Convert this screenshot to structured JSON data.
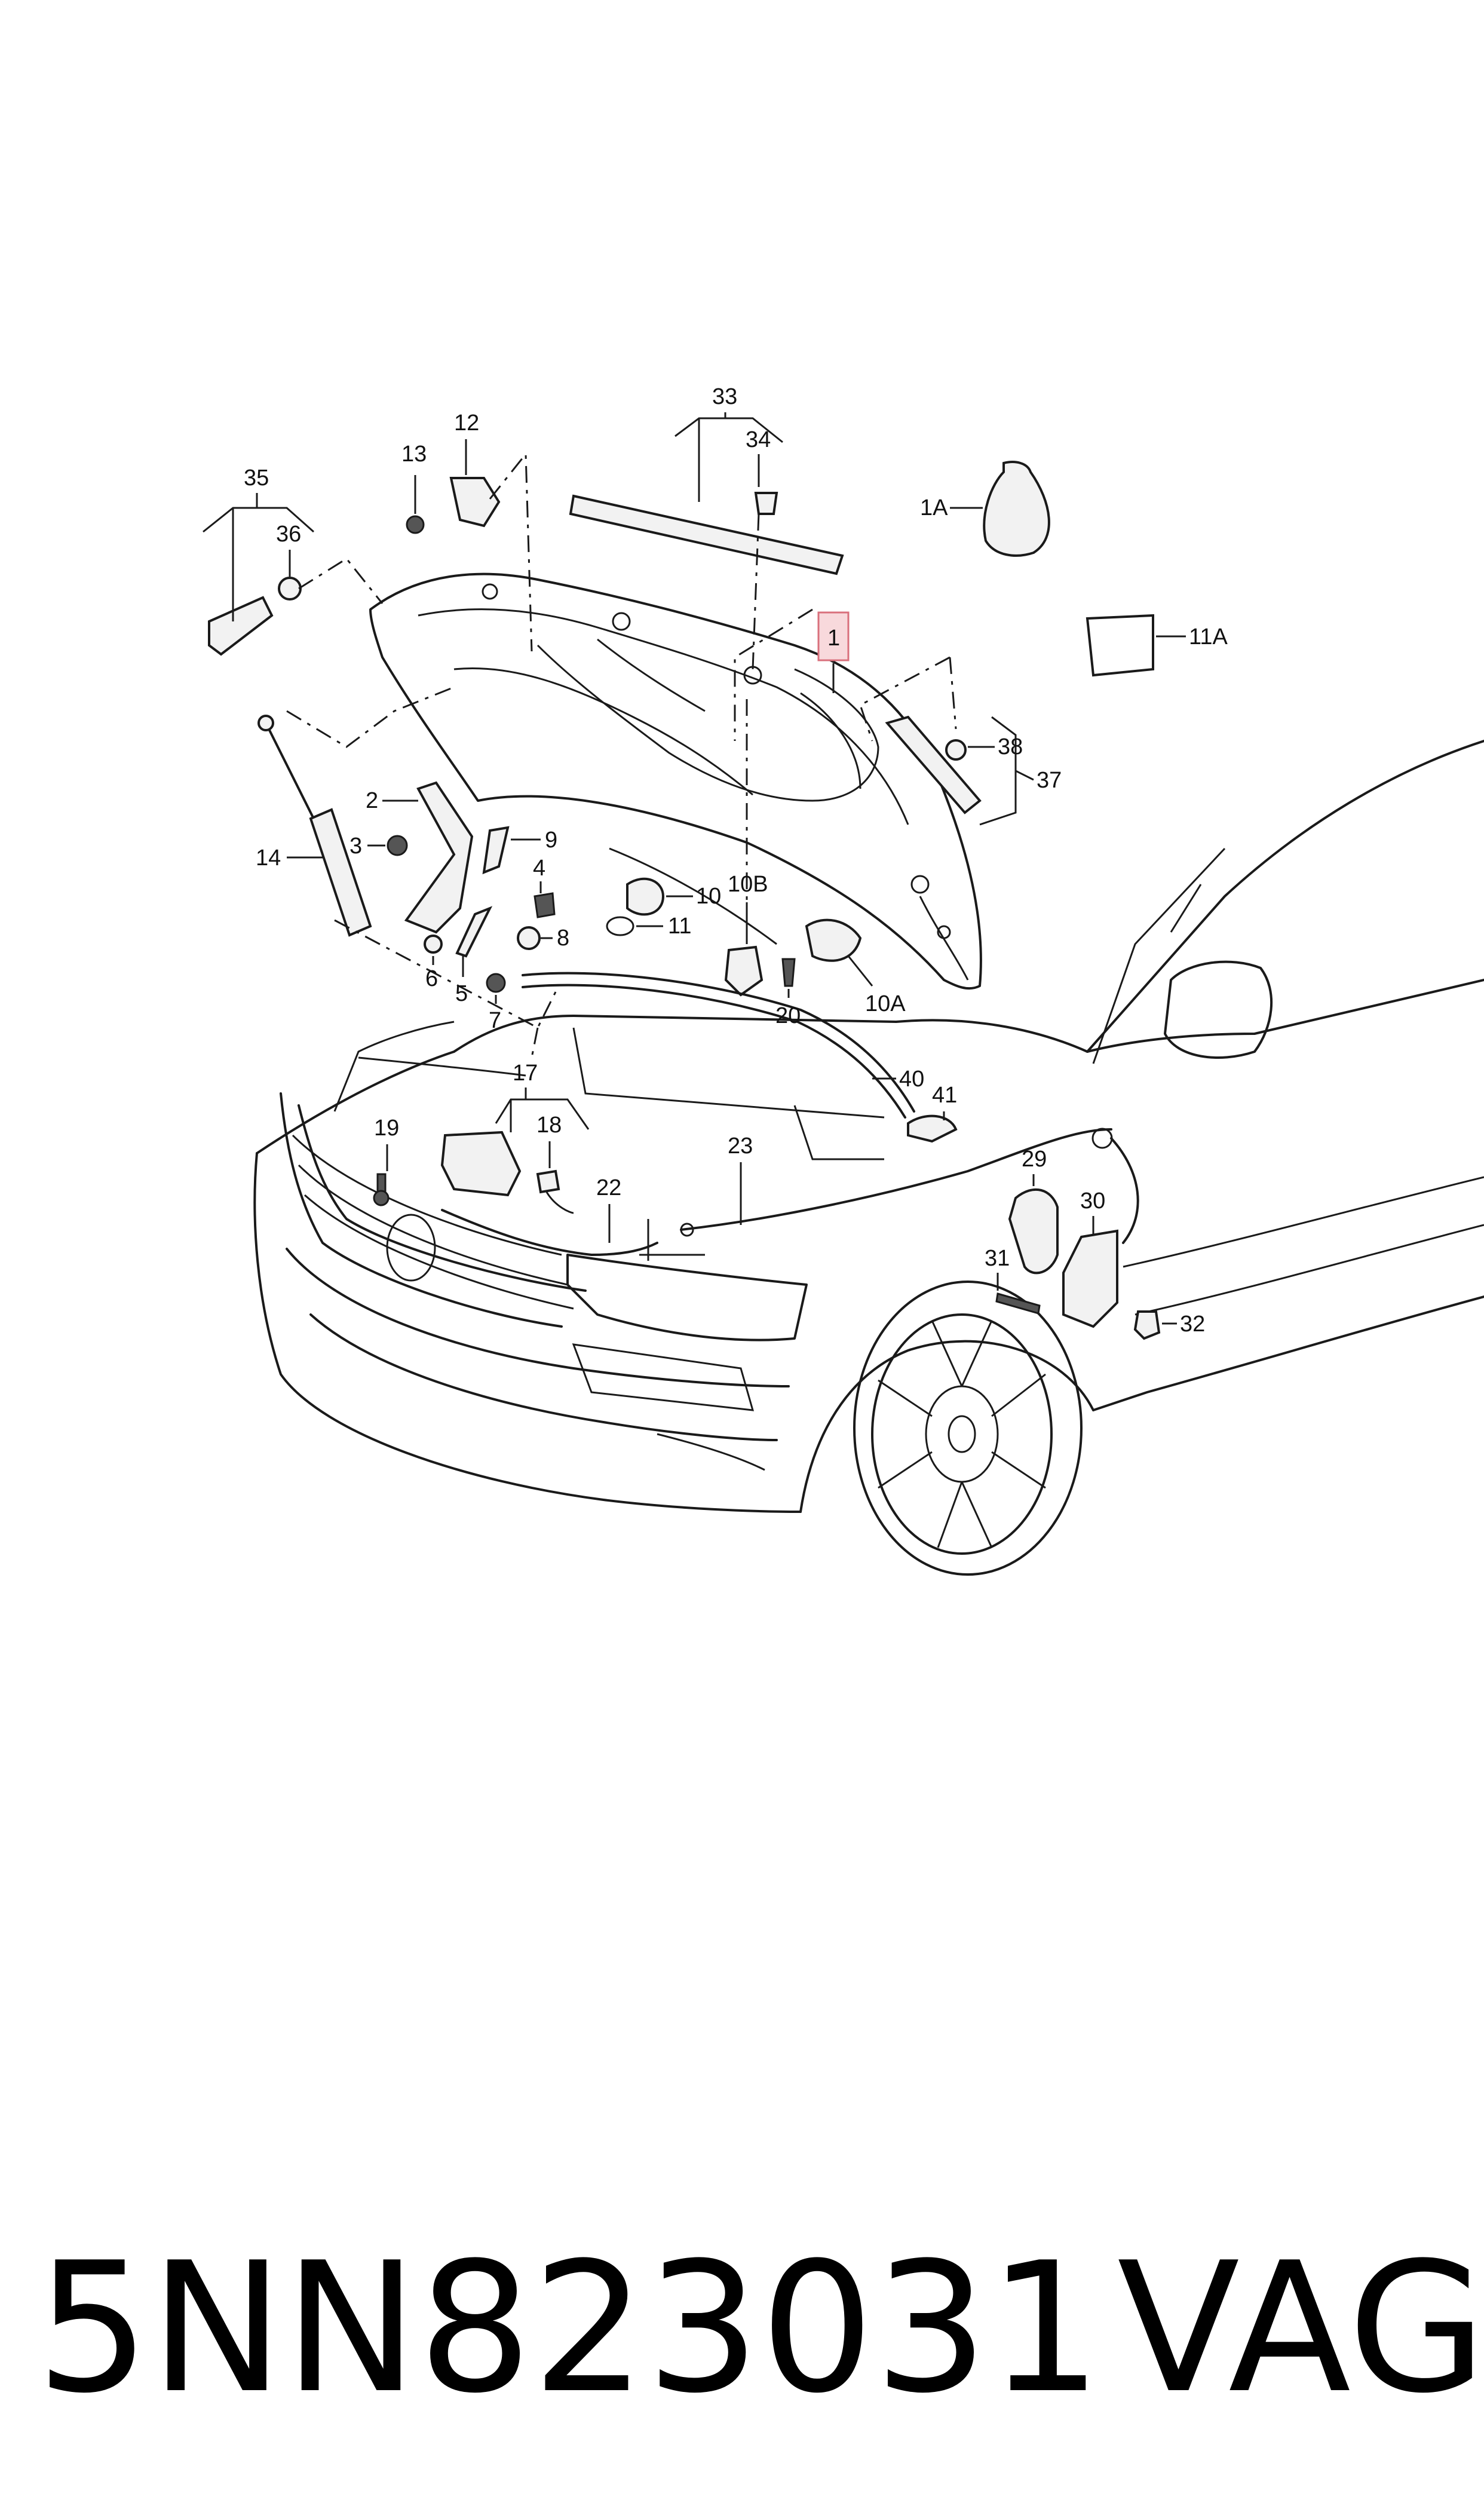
{
  "diagram": {
    "highlighted_label": "1",
    "labels": {
      "l1": "1",
      "l1A": "1A",
      "l2": "2",
      "l3": "3",
      "l4": "4",
      "l5": "5",
      "l6": "6",
      "l7": "7",
      "l8": "8",
      "l9": "9",
      "l10": "10",
      "l10A": "10A",
      "l10B": "10B",
      "l11": "11",
      "l11A": "11A",
      "l12": "12",
      "l13": "13",
      "l14": "14",
      "l17": "17",
      "l18": "18",
      "l19": "19",
      "l20": "20",
      "l22": "22",
      "l23": "23",
      "l29": "29",
      "l30": "30",
      "l31": "31",
      "l32": "32",
      "l33": "33",
      "l34": "34",
      "l35": "35",
      "l36": "36",
      "l37": "37",
      "l38": "38",
      "l40": "40",
      "l41": "41"
    },
    "colors": {
      "line": "#1a1a1a",
      "highlight_fill": "#f8d9dc",
      "highlight_stroke": "#d9707c"
    }
  },
  "footer": {
    "part_number": "5NN823031",
    "brand": "VAG"
  }
}
